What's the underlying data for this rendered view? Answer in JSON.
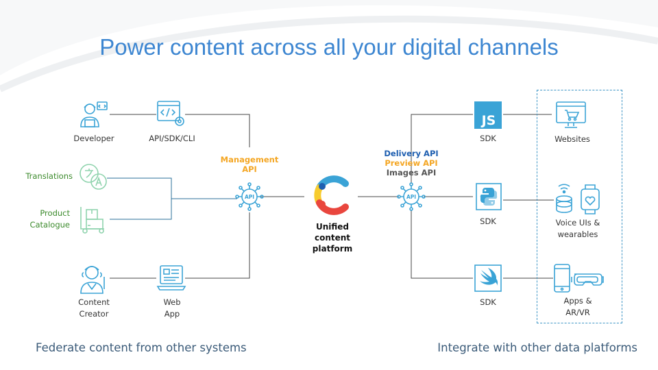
{
  "title": "Power content across all your digital channels",
  "colors": {
    "accent": "#3d86d1",
    "icon": "#3aa3d6",
    "green": "#5fbf8a",
    "orange": "#f4a623",
    "blue": "#1f5fb0"
  },
  "left": {
    "developer": "Developer",
    "api_sdk_cli": "API/SDK/CLI",
    "translations": "Translations",
    "product_catalogue_1": "Product",
    "product_catalogue_2": "Catalogue",
    "content_creator_1": "Content",
    "content_creator_2": "Creator",
    "web_app_1": "Web",
    "web_app_2": "App"
  },
  "management_api": {
    "line1": "Management",
    "line2": "API"
  },
  "center": {
    "line1": "Unified",
    "line2": "content",
    "line3": "platform"
  },
  "delivery": {
    "delivery_api": "Delivery API",
    "preview_api": "Preview API",
    "images_api": "Images API"
  },
  "right": {
    "sdk_js": "SDK",
    "sdk_python": "SDK",
    "sdk_swift": "SDK",
    "js_glyph": "JS",
    "websites": "Websites",
    "voice_1": "Voice UIs &",
    "voice_2": "wearables",
    "apps_1": "Apps &",
    "apps_2": "AR/VR"
  },
  "footer": {
    "left": "Federate content from other systems",
    "right": "Integrate with other data platforms"
  }
}
